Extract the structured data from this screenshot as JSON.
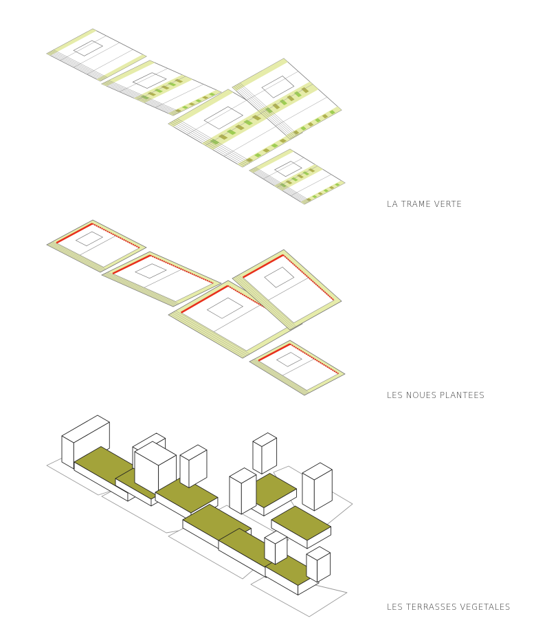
{
  "diagrams": [
    {
      "title": "LA TRAME VERTE"
    },
    {
      "title": "LES NOUES PLANTEES"
    },
    {
      "title": "LES TERRASSES VEGETALES"
    }
  ],
  "colors": {
    "pale_green": "#e6ecaa",
    "bright_green": "#8cc63e",
    "olive": "#a3a33a",
    "red": "#e8301c",
    "line": "#777777"
  }
}
